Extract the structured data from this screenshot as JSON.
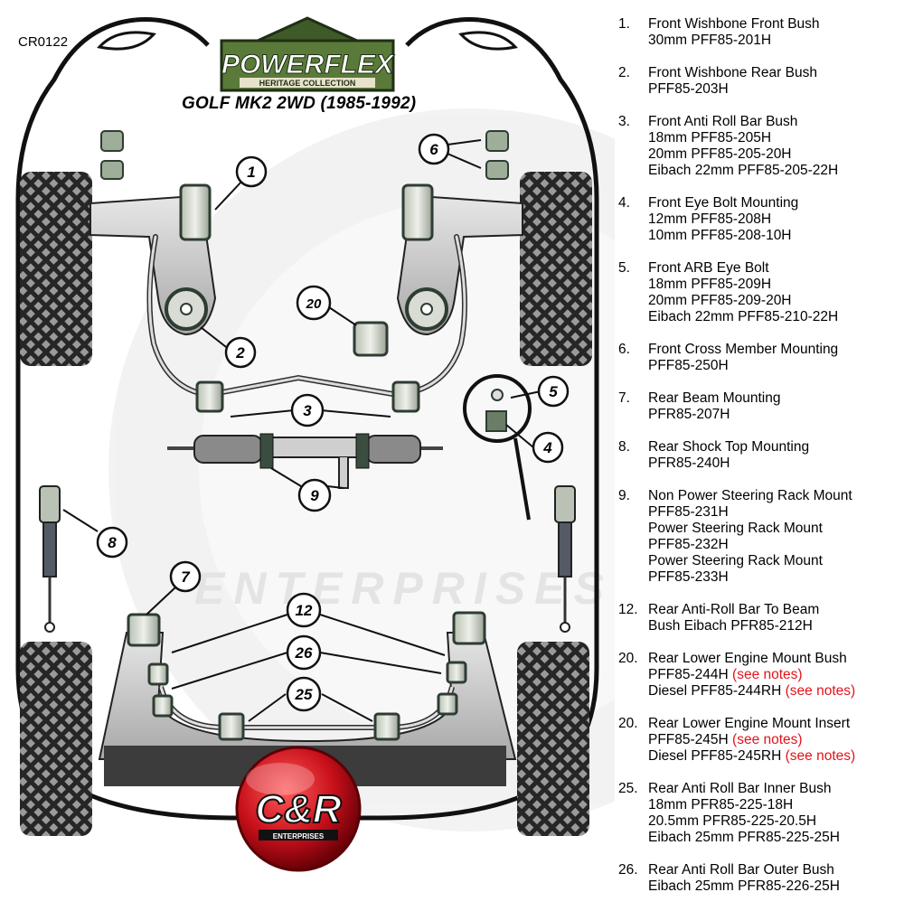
{
  "code": "CR0122",
  "logo": {
    "brand": "POWERFLEX",
    "tagline": "HERITAGE COLLECTION"
  },
  "title": "GOLF MK2 2WD (1985-1992)",
  "watermark": "ENTERPRISES",
  "badge": {
    "brand": "C&R",
    "sub": "ENTERPRISES"
  },
  "callouts": [
    "1",
    "2",
    "3",
    "4",
    "5",
    "6",
    "7",
    "8",
    "9",
    "12",
    "20",
    "25",
    "26"
  ],
  "colors": {
    "note": "#e1141b",
    "bush": "#2e3d33",
    "bar": "#c8c8c8",
    "badge": "#c8101a"
  },
  "legend": [
    {
      "num": "1.",
      "lines": [
        {
          "text": "Front Wishbone Front Bush"
        },
        {
          "text": "30mm PFF85-201H"
        }
      ]
    },
    {
      "num": "2.",
      "lines": [
        {
          "text": "Front Wishbone Rear Bush"
        },
        {
          "text": "PFF85-203H"
        }
      ]
    },
    {
      "num": "3.",
      "lines": [
        {
          "text": "Front Anti Roll Bar Bush"
        },
        {
          "text": "18mm PFF85-205H"
        },
        {
          "text": "20mm PFF85-205-20H"
        },
        {
          "text": "Eibach 22mm PFF85-205-22H"
        }
      ]
    },
    {
      "num": "4.",
      "lines": [
        {
          "text": "Front Eye Bolt Mounting"
        },
        {
          "text": "12mm PFF85-208H"
        },
        {
          "text": "10mm PFF85-208-10H"
        }
      ]
    },
    {
      "num": "5.",
      "lines": [
        {
          "text": "Front ARB Eye Bolt"
        },
        {
          "text": "18mm PFF85-209H"
        },
        {
          "text": "20mm PFF85-209-20H"
        },
        {
          "text": "Eibach 22mm PFF85-210-22H"
        }
      ]
    },
    {
      "num": "6.",
      "lines": [
        {
          "text": "Front Cross Member Mounting"
        },
        {
          "text": "PFF85-250H"
        }
      ]
    },
    {
      "num": "7.",
      "lines": [
        {
          "text": "Rear Beam Mounting"
        },
        {
          "text": "PFR85-207H"
        }
      ]
    },
    {
      "num": "8.",
      "lines": [
        {
          "text": "Rear Shock Top Mounting"
        },
        {
          "text": "PFR85-240H"
        }
      ]
    },
    {
      "num": "9.",
      "lines": [
        {
          "text": "Non Power Steering Rack Mount"
        },
        {
          "text": "PFF85-231H"
        },
        {
          "text": "Power Steering Rack Mount"
        },
        {
          "text": "PFF85-232H"
        },
        {
          "text": "Power Steering Rack Mount"
        },
        {
          "text": "PFF85-233H"
        }
      ]
    },
    {
      "num": "12.",
      "lines": [
        {
          "text": "Rear Anti-Roll Bar To Beam"
        },
        {
          "text": "Bush Eibach PFR85-212H"
        }
      ]
    },
    {
      "num": "20.",
      "lines": [
        {
          "text": "Rear Lower Engine Mount Bush"
        },
        {
          "text": "PFF85-244H",
          "note": "(see notes)"
        },
        {
          "text": "Diesel PFF85-244RH",
          "note": "(see notes)"
        }
      ]
    },
    {
      "num": "20.",
      "lines": [
        {
          "text": "Rear Lower Engine Mount Insert"
        },
        {
          "text": "PFF85-245H",
          "note": "(see notes)"
        },
        {
          "text": "Diesel PFF85-245RH",
          "note": "(see notes)"
        }
      ]
    },
    {
      "num": "25.",
      "lines": [
        {
          "text": "Rear Anti Roll Bar Inner Bush"
        },
        {
          "text": "18mm PFR85-225-18H"
        },
        {
          "text": "20.5mm PFR85-225-20.5H"
        },
        {
          "text": "Eibach 25mm PFR85-225-25H"
        }
      ]
    },
    {
      "num": "26.",
      "lines": [
        {
          "text": "Rear Anti Roll Bar Outer Bush"
        },
        {
          "text": "Eibach 25mm PFR85-226-25H"
        }
      ]
    }
  ]
}
